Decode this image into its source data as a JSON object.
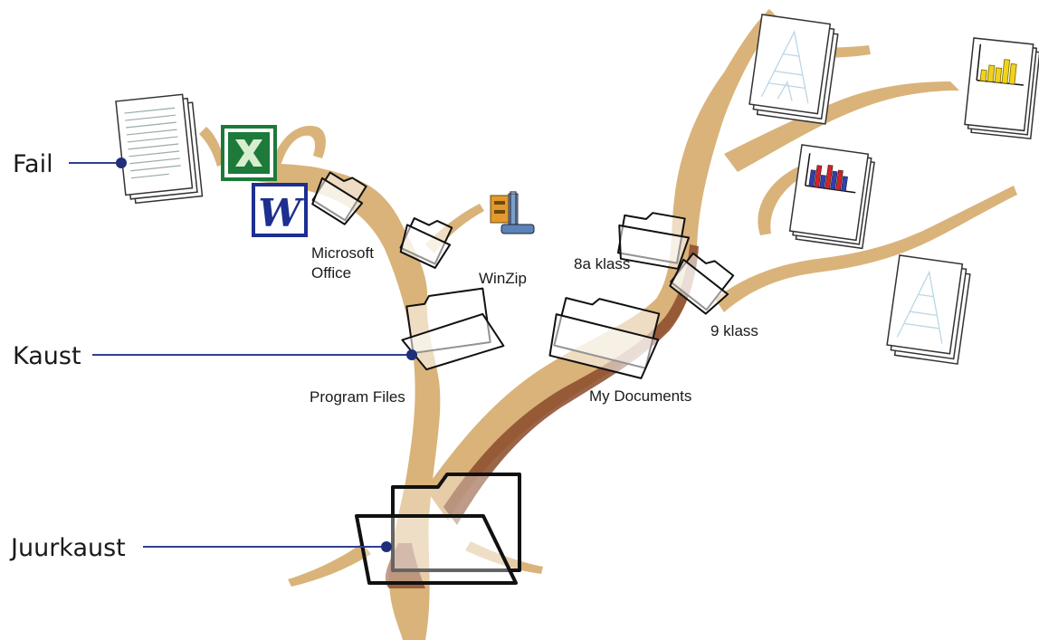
{
  "callouts": {
    "file": "Fail",
    "folder": "Kaust",
    "root": "Juurkaust"
  },
  "folders": {
    "microsoft_office": [
      "Microsoft",
      "Office"
    ],
    "winzip": "WinZip",
    "program_files": "Program Files",
    "my_documents": "My Documents",
    "klass_8a": "8a klass",
    "klass_9": "9 klass"
  },
  "icons": {
    "excel": "excel-icon",
    "word": "word-icon",
    "winzip": "winzip-icon",
    "text_document": "document-icon",
    "bar_chart": "bar-chart-document-icon",
    "drawing": "drawing-document-icon"
  },
  "colors": {
    "trunk": "#d9b37a",
    "trunk_dark": "#8a4a2a",
    "callout_line": "#2f3f8f",
    "callout_dot": "#1f2f7a",
    "excel_green": "#1d7a3a",
    "word_blue": "#1d2f8f"
  }
}
